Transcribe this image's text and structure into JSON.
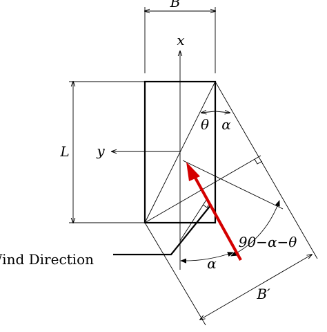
{
  "labels": {
    "B": "B",
    "x": "x",
    "y": "y",
    "L": "L",
    "theta": "θ",
    "alpha_top": "α",
    "alpha_bottom": "α",
    "angle_expr": "90−α−θ",
    "B_prime": "B′",
    "wind": "Wind Direction"
  },
  "colors": {
    "wind_arrow": "#d40000",
    "lines": "#000000"
  }
}
